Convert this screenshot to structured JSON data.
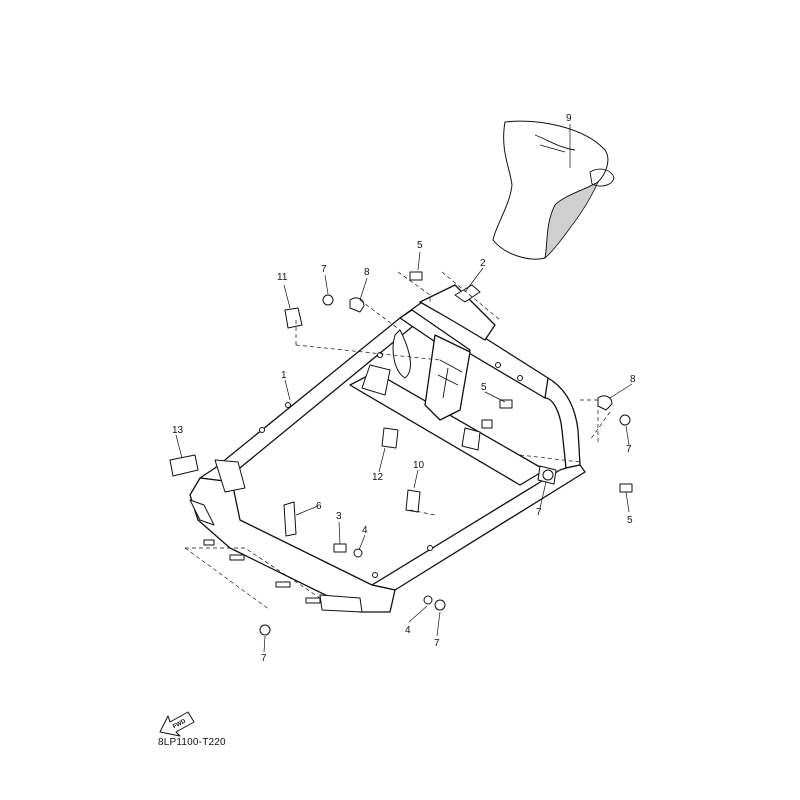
{
  "diagram_code": "8LP1100-T220",
  "fwd_label": "FWD",
  "callouts": {
    "c1": "1",
    "c2": "2",
    "c3": "3",
    "c4a": "4",
    "c4b": "4",
    "c5a": "5",
    "c5b": "5",
    "c5c": "5",
    "c6": "6",
    "c7a": "7",
    "c7b": "7",
    "c7c": "7",
    "c7d": "7",
    "c8a": "8",
    "c8b": "8",
    "c9": "9",
    "c10": "10",
    "c11": "11",
    "c12": "12",
    "c13": "13"
  }
}
